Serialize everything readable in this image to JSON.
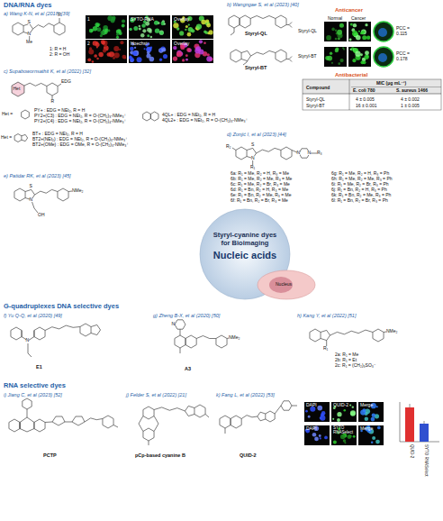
{
  "diagram": {
    "nodes": [
      {
        "text": [
          "Styryl-cyanine dyes for Bioimaging",
          "Nucleic acids"
        ]
      }
    ],
    "labels": [
      "DNA/RNA dyes",
      "a) Wang K-N, et al (2018) [39]",
      "S",
      "N",
      "Me",
      "R",
      "1: R = H",
      "2: R = OH",
      "1",
      "SYTO-RNA",
      "Overlay",
      "2",
      "Hoechst",
      "Overlay",
      "b) Wangngae S, et al (2023) [40]",
      "Styryl-QL",
      "Styryl-BT",
      "Anticancer",
      "Normal",
      "Cancer",
      "Styryl-QL",
      "Styryl-BT",
      "PCC = 0.115",
      "PCC = 0.178",
      "Antibacterial",
      "Compound",
      "MIC (μg mL⁻¹)",
      "E. coli 780",
      "S. aureus 1466",
      "Styryl-QL",
      "4 ± 0.005",
      "4 ± 0.002",
      "Styryl-BT",
      "16 ± 0.001",
      "1 ± 0.005",
      "c) Supabowornsathit K, et al (2022) [32]",
      "Het",
      "EDG",
      "R",
      "Het =",
      "PY+ : EDG = NEt₂, R = H",
      "PY2+(C3) : EDG = NEt₂, R = O-(CH₂)₃-NMe₃⁺",
      "PY2+(C4) : EDG = NEt₂, R = O-(CH₂)₄-NMe₃⁺",
      "4QL+ : EDG = NEt₂, R = H",
      "4QL2+ : EDG = NEt₂, R = O-(CH₂)₃-NMe₃⁺",
      "Het =",
      "BT+ : EDG = NEt₂, R = H",
      "BT2+(NEt₂) : EDG = NEt₂, R = O-(CH₂)₃-NMe₃⁺",
      "BT2+(OMe) : EDG = OMe, R = O-(CH₂)₃-NMe₃⁺",
      "d) Zonjić I, et al (2023) [44]",
      "R₂",
      "N",
      "R₁",
      "S",
      "N",
      "N",
      "R₃",
      "6a: R₁ = Me, R₂ = H, R₃ = Me",
      "6b: R₁ = Me, R₂ = Me, R₃ = Me",
      "6c: R₁ = Me, R₂ = Br, R₃ = Me",
      "6d: R₁ = Bn, R₂ = H, R₃ = Me",
      "6e: R₁ = Bn, R₂ = Me, R₃ = Me",
      "6f: R₁ = Bn, R₂ = Br, R₃ = Me",
      "6g: R₁ = Me, R₂ = H, R₃ = Ph",
      "6h: R₁ = Me, R₂ = Me, R₃ = Ph",
      "6i: R₁ = Me, R₂ = Br, R₃ = Ph",
      "6j: R₁ = Bn, R₂ = H, R₃ = Ph",
      "6k: R₁ = Bn, R₂ = Me, R₃ = Ph",
      "6l: R₁ = Bn, R₂ = Br, R₃ = Ph",
      "e) Patidar RK, et al (2023) [45]",
      "S",
      "N",
      "OH",
      "NMe₂",
      "G-quadruplexes DNA selective dyes",
      "f) Yu Q-Q, et al (2020) [49]",
      "N",
      "E1",
      "g) Zheng B-X, et al (2020) [50]",
      "N",
      "NMe₂",
      "A3",
      "h) Kang Y, et al (2022) [51]",
      "NMe₂",
      "R₁",
      "2a: R₁ = Me",
      "2b: R₁ = Et",
      "2c: R₁ = (CH₂)₃SO₃⁻",
      "RNA selective dyes",
      "i) Jiang C, et al (2023) [52]",
      "PCTP",
      "j) Felder S, et al (2022) [21]",
      "pCp-based cyanine B",
      "k) Fang L, et al (2022) [53]",
      "QUID-2",
      "DAPI",
      "QUID-2",
      "Merge",
      "DAPI",
      "SYTO RNASelect",
      "Merge",
      "QUID-2",
      "SYTO RNASelect",
      "Nucleus"
    ]
  }
}
